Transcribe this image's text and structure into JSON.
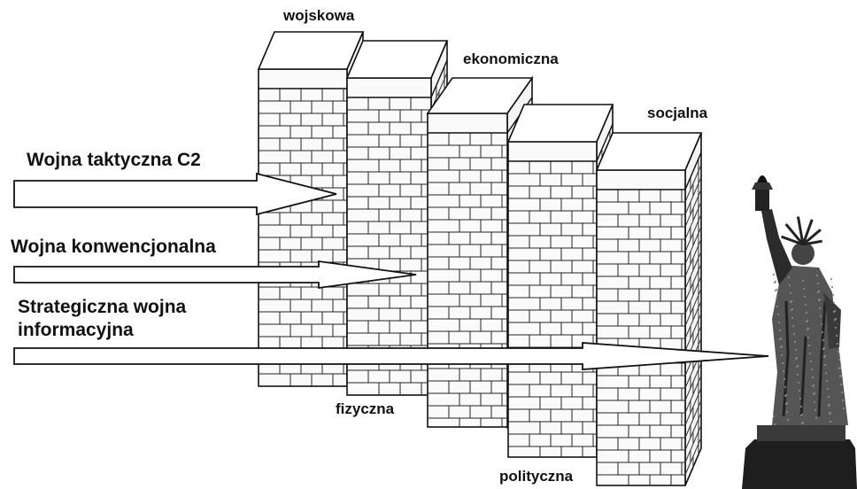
{
  "diagram": {
    "walls": {
      "wojskowa": "wojskowa",
      "fizyczna": "fizyczna",
      "ekonomiczna": "ekonomiczna",
      "polityczna": "polityczna",
      "socjalna": "socjalna"
    },
    "arrows": {
      "tactical": "Wojna taktyczna C2",
      "conventional": "Wojna konwencjonalna",
      "strategic_line1": "Strategiczna wojna",
      "strategic_line2": "informacyjna"
    }
  }
}
